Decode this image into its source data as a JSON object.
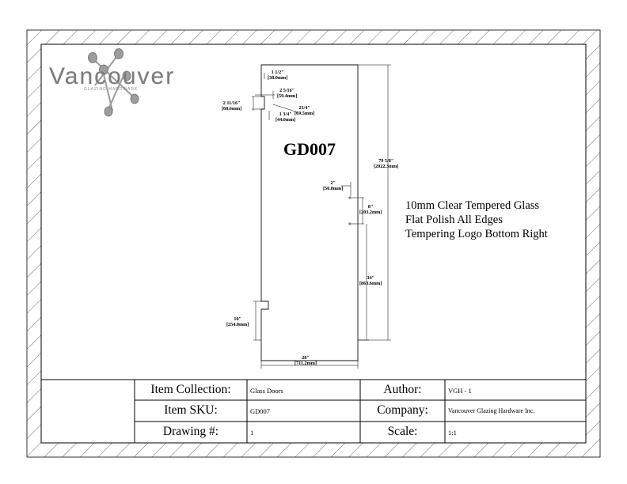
{
  "logo": {
    "name": "Vancouver",
    "tagline": "GLAZING HARDWARE"
  },
  "drawing": {
    "part_number": "GD007",
    "notes": [
      "10mm Clear Tempered Glass",
      "Flat Polish All Edges",
      "Tempering Logo Bottom Right"
    ],
    "dimensions": {
      "top_notch_offset": {
        "imperial": "1 1/2\"",
        "metric": "[38.0mm]"
      },
      "notch_depth": {
        "imperial": "2 5/16\"",
        "metric": "[59.4mm]"
      },
      "notch_height": {
        "imperial": "2 11/16\"",
        "metric": "[68.6mm]"
      },
      "notch_width": {
        "imperial": "23/4\"",
        "metric": "[69.5mm]"
      },
      "notch_lower": {
        "imperial": "1 3/4\"",
        "metric": "[44.0mm]"
      },
      "overall_height": {
        "imperial": "79 5/8\"",
        "metric": "[2022.3mm]"
      },
      "hole_from_edge": {
        "imperial": "2\"",
        "metric": "[50.8mm]"
      },
      "hole_spacing": {
        "imperial": "8\"",
        "metric": "[203.2mm]"
      },
      "hole_from_bottom": {
        "imperial": "34\"",
        "metric": "[863.6mm]"
      },
      "bottom_notch_height": {
        "imperial": "10\"",
        "metric": "[254.0mm]"
      },
      "overall_width": {
        "imperial": "28\"",
        "metric": "[711.2mm]"
      }
    }
  },
  "title_block": {
    "item_collection_label": "Item Collection:",
    "item_collection_value": "Glass Doors",
    "item_sku_label": "Item SKU:",
    "item_sku_value": "GD007",
    "drawing_number_label": "Drawing #:",
    "drawing_number_value": "1",
    "author_label": "Author:",
    "author_value": "VGH - 1",
    "company_label": "Company:",
    "company_value": "Vancouver Glazing Hardware Inc.",
    "scale_label": "Scale:",
    "scale_value": "1:1"
  }
}
